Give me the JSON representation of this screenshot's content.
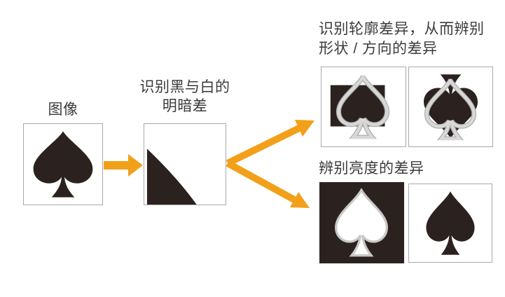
{
  "page": {
    "background": "#ffffff",
    "kind": "image-recognition-flow-diagram"
  },
  "palette": {
    "ink_black": "#2b2220",
    "arrow_orange": "#f2a01a",
    "card_border_gray": "#a9a9a9",
    "outline_gray_dark": "#b0b0b0",
    "outline_gray_light": "#d8d8d8",
    "spade_white": "#ffffff",
    "spade_white_edge": "#c9c9c9",
    "text_gray": "#3b3b3b"
  },
  "flow": {
    "input": {
      "label": "图像",
      "icon": "black-spade-on-white"
    },
    "step1": {
      "label_line1": "识别黑与白的",
      "label_line2": "明暗差",
      "icon": "dark-light-contrast-patch"
    },
    "branch_shape": {
      "title_line1": "识别轮廓差异，从而辨别",
      "title_line2": "形状 / 方向的差异",
      "cards": [
        {
          "icon": "spade-outline-over-black-rectangle"
        },
        {
          "icon": "spade-outline-over-inverted-black-spade"
        }
      ]
    },
    "branch_brightness": {
      "title": "辨别亮度的差异",
      "cards": [
        {
          "icon": "white-spade-on-black-square"
        },
        {
          "icon": "black-spade-on-white-square"
        }
      ]
    },
    "arrows": [
      {
        "name": "input-to-step1",
        "direction": "right"
      },
      {
        "name": "step1-to-shape-branch",
        "direction": "up-right"
      },
      {
        "name": "step1-to-brightness-branch",
        "direction": "down-right"
      }
    ]
  }
}
